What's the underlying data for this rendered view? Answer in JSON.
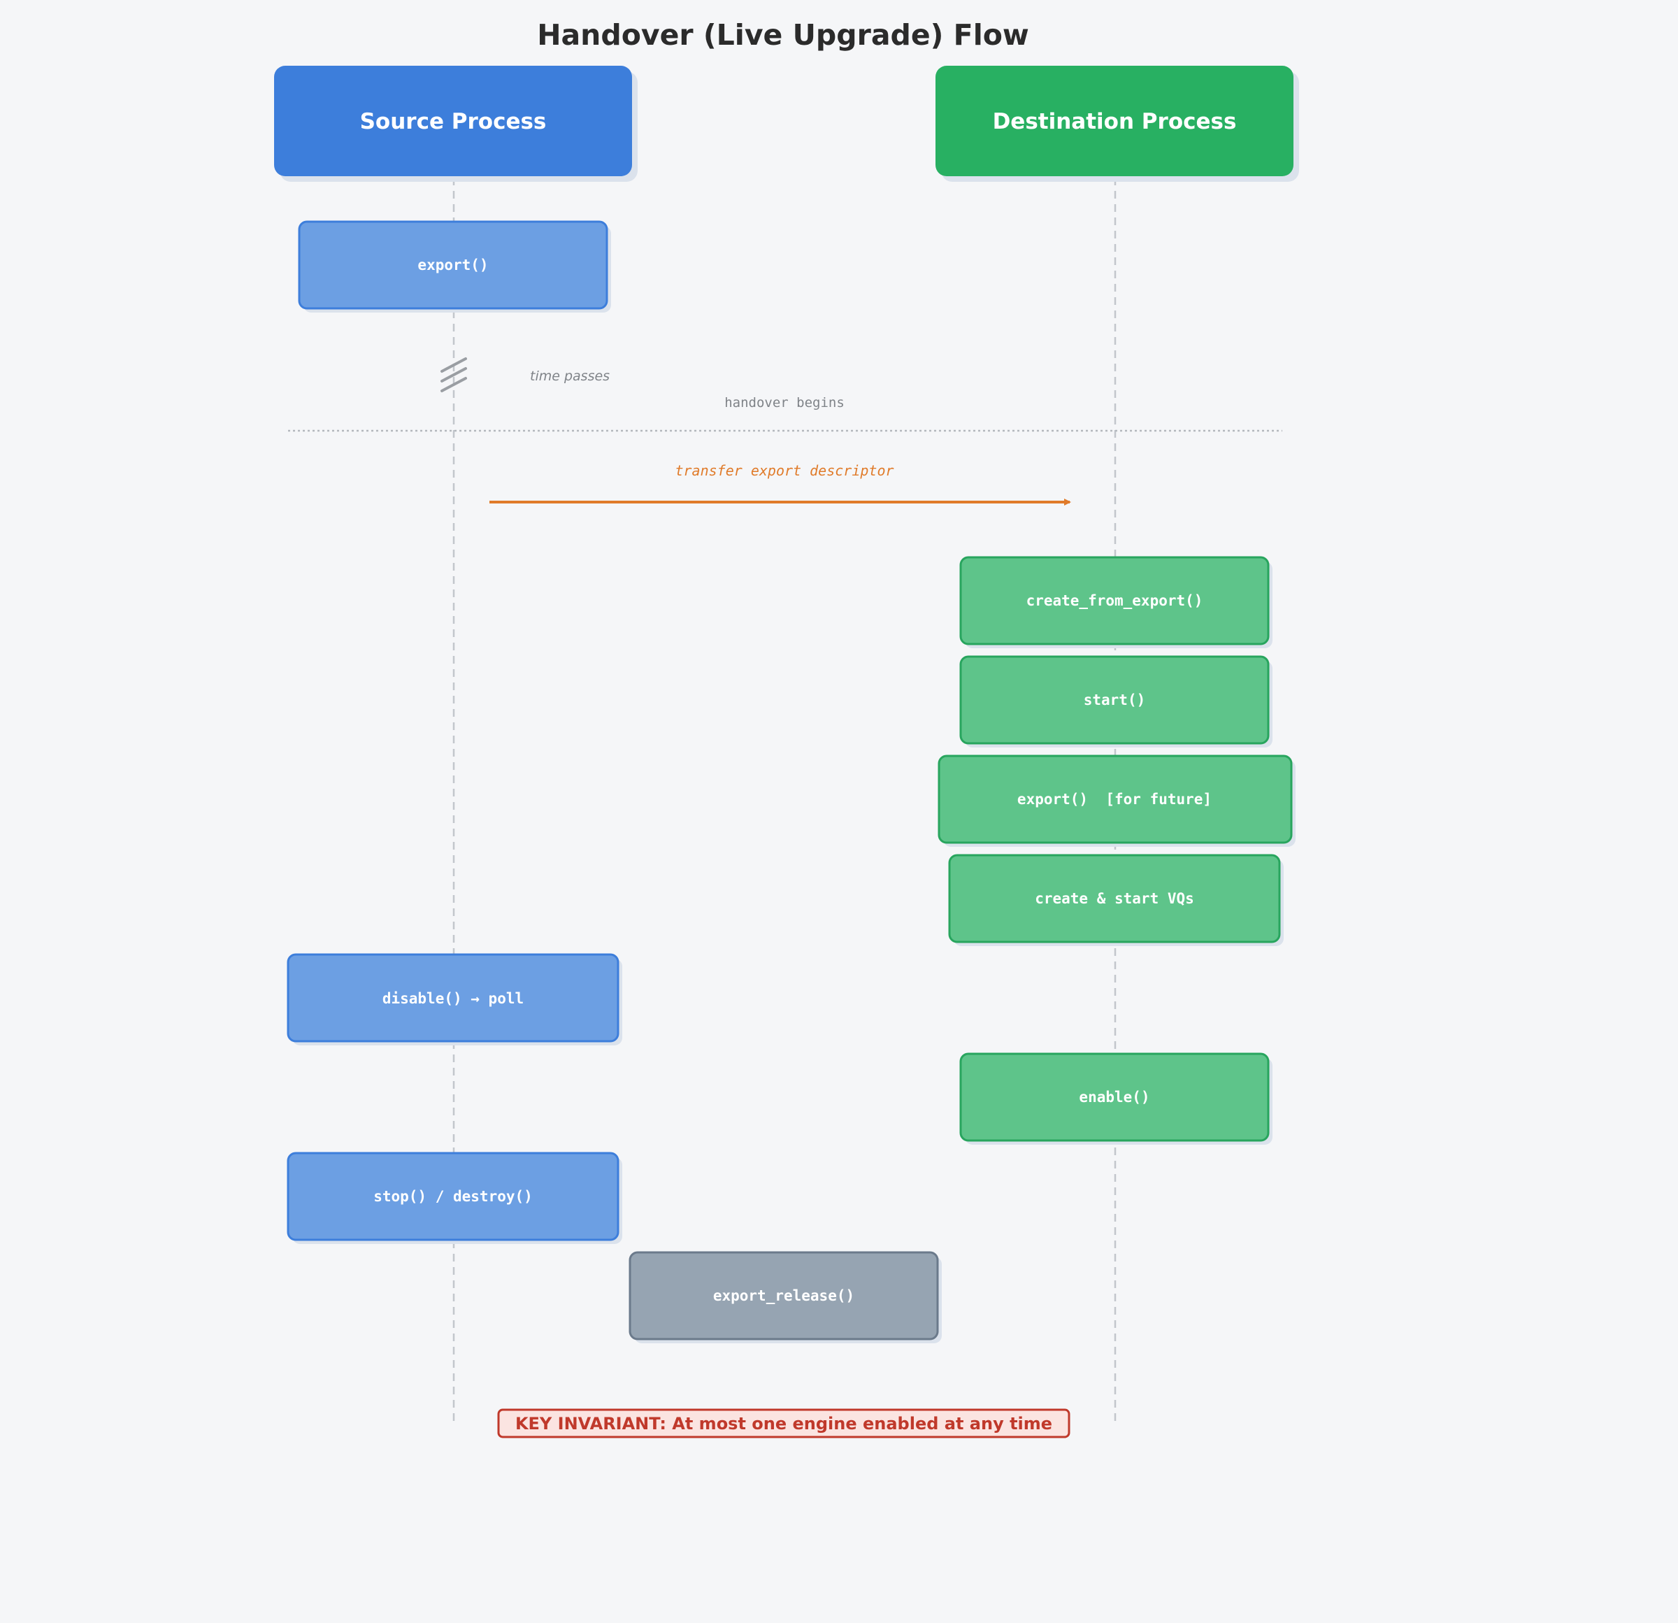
{
  "title": "Handover (Live Upgrade) Flow",
  "colors": {
    "source_header": "#3d7edb",
    "source_step": "#6c9fe3",
    "source_border": "#3d7edb",
    "dest_header": "#28b062",
    "dest_step": "#5ec48a",
    "dest_border": "#28a55e",
    "neutral_step": "#96a4b2",
    "neutral_border": "#6b7a8b",
    "arrow": "#e07b2a",
    "invariant_text": "#c0392b",
    "invariant_bg": "#fbe4e1"
  },
  "lanes": {
    "source": {
      "label": "Source Process"
    },
    "destination": {
      "label": "Destination Process"
    }
  },
  "steps": [
    {
      "label": "export()",
      "lane": "source"
    },
    {
      "label": "create_from_export()",
      "lane": "destination"
    },
    {
      "label": "start()",
      "lane": "destination"
    },
    {
      "label": "export()  [for future]",
      "lane": "destination"
    },
    {
      "label": "create & start VQs",
      "lane": "destination"
    },
    {
      "label": "disable() → poll",
      "lane": "source"
    },
    {
      "label": "enable()",
      "lane": "destination"
    },
    {
      "label": "stop() / destroy()",
      "lane": "source"
    },
    {
      "label": "export_release()",
      "lane": "shared"
    }
  ],
  "time_note": "time passes",
  "divider_label": "handover begins",
  "transfer_label": "transfer export descriptor",
  "invariant": "KEY INVARIANT: At most one engine enabled at any time"
}
